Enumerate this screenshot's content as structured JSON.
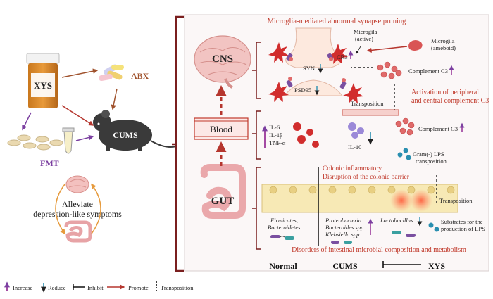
{
  "left": {
    "drug_label": "XYS",
    "abx_label": "ABX",
    "fmt_label": "FMT",
    "cums_label": "CUMS",
    "alleviate_line1": "Alleviate",
    "alleviate_line2": "depression-like symptoms"
  },
  "organs": {
    "cns": "CNS",
    "blood": "Blood",
    "gut": "GUT"
  },
  "cns_panel": {
    "title": "Microglia-mediated abnormal synapse pruning",
    "microglia_active_1": "Microgila",
    "microglia_active_2": "(active)",
    "microglia_ameboid_1": "Microgila",
    "microglia_ameboid_2": "(ameboid)",
    "cr3": "CR3",
    "syn": "SYN",
    "psd95": "PSD95",
    "complement_c3_top": "Complement C3",
    "activation_1": "Activation of peripheral",
    "activation_2": "and central complement C3"
  },
  "blood_panel": {
    "il6": "IL-6",
    "il1b": "IL-1β",
    "tnfa": "TNF-α",
    "il10": "IL-10",
    "transposition": "Transposition",
    "complement_c3": "Complement C3",
    "lps_1": "Gram(-) LPS",
    "lps_2": "transposition"
  },
  "gut_panel": {
    "inflam_1": "Colonic inflammatory",
    "inflam_2": "Disruption of the colonic barrier",
    "transposition": "Transposition",
    "firm_1": "Firmicutes,",
    "firm_2": "Bacteroidetes",
    "proteo_1": "Proteobacteria",
    "proteo_2": "Bacteroides spp.",
    "proteo_3": "Klebsiella spp.",
    "lacto": "Lactobacillus",
    "substrates_1": "Substrates for the",
    "substrates_2": "production of LPS",
    "disorders": "Disorders of intestinal microbial composition and metabolism"
  },
  "bottom": {
    "normal": "Normal",
    "cums": "CUMS",
    "xys": "XYS"
  },
  "legend": {
    "increase": "Increase",
    "reduce": "Reduce",
    "inhibit": "Inhibit",
    "promote": "Promote",
    "transposition": "Transposition"
  },
  "colors": {
    "increase": "#8e1f8e",
    "reduce": "#2a8fb0",
    "promote": "#b5362e",
    "accent_red": "#c0392b",
    "bracket": "#7a1f1f"
  }
}
